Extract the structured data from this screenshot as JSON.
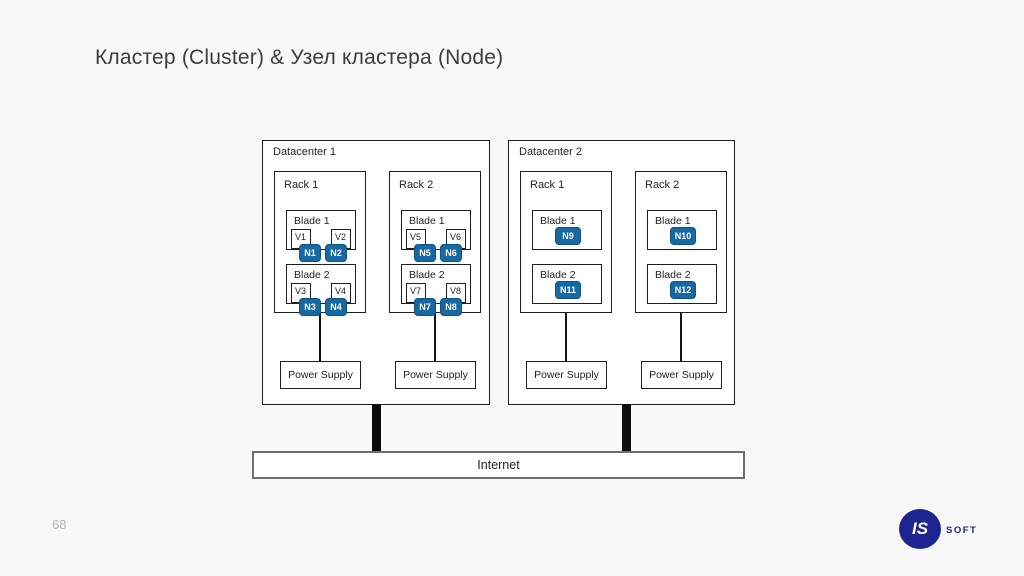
{
  "slide": {
    "title": "Кластер (Cluster) & Узел кластера (Node)",
    "page_number": "68"
  },
  "colors": {
    "background": "#f8f8f8",
    "box_border": "#1f1f1f",
    "node_fill": "#1769a4",
    "node_border": "#0e547f",
    "internet_border": "#6e6e6e",
    "logo_navy": "#1e2490"
  },
  "diagram": {
    "internet_label": "Internet",
    "datacenters": [
      {
        "label": "Datacenter 1",
        "racks": [
          {
            "label": "Rack 1",
            "power_supply": "Power Supply",
            "blades": [
              {
                "label": "Blade 1",
                "vms": [
                  "V1",
                  "V2"
                ],
                "nodes": [
                  "N1",
                  "N2"
                ]
              },
              {
                "label": "Blade 2",
                "vms": [
                  "V3",
                  "V4"
                ],
                "nodes": [
                  "N3",
                  "N4"
                ]
              }
            ]
          },
          {
            "label": "Rack 2",
            "power_supply": "Power Supply",
            "blades": [
              {
                "label": "Blade 1",
                "vms": [
                  "V5",
                  "V6"
                ],
                "nodes": [
                  "N5",
                  "N6"
                ]
              },
              {
                "label": "Blade 2",
                "vms": [
                  "V7",
                  "V8"
                ],
                "nodes": [
                  "N7",
                  "N8"
                ]
              }
            ]
          }
        ]
      },
      {
        "label": "Datacenter 2",
        "racks": [
          {
            "label": "Rack 1",
            "power_supply": "Power Supply",
            "blades": [
              {
                "label": "Blade 1",
                "vms": [],
                "nodes": [
                  "N9"
                ]
              },
              {
                "label": "Blade 2",
                "vms": [],
                "nodes": [
                  "N11"
                ]
              }
            ]
          },
          {
            "label": "Rack 2",
            "power_supply": "Power Supply",
            "blades": [
              {
                "label": "Blade 1",
                "vms": [],
                "nodes": [
                  "N10"
                ]
              },
              {
                "label": "Blade 2",
                "vms": [],
                "nodes": [
                  "N12"
                ]
              }
            ]
          }
        ]
      }
    ]
  },
  "logo": {
    "circle_text": "IS",
    "brand_text": "SOFT"
  }
}
